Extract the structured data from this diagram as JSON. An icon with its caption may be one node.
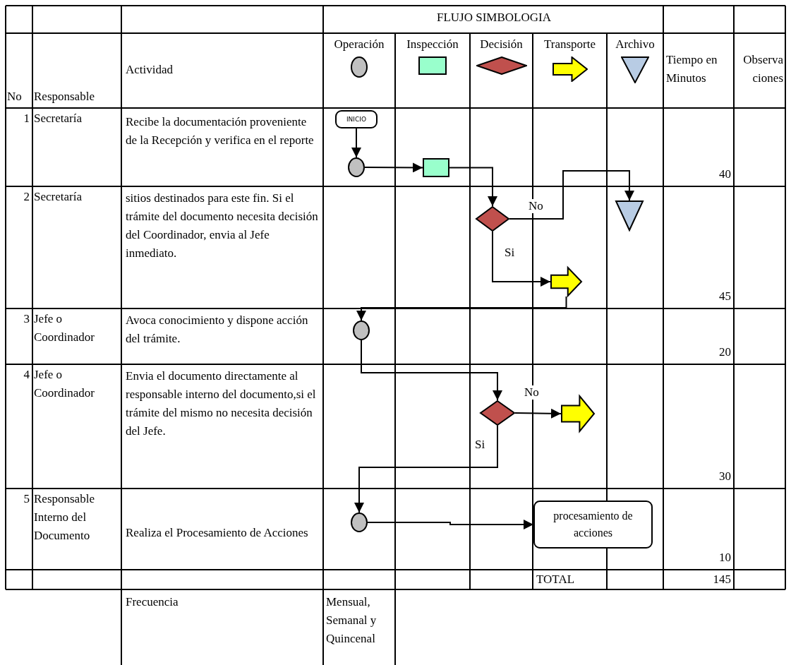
{
  "diagram": {
    "nodes": [
      {
        "text": [
          "INICIO"
        ]
      },
      {
        "text": [],
        "shape": "circle"
      },
      {
        "text": [],
        "shape": "box"
      },
      {
        "text": [],
        "shape": "diamond"
      },
      {
        "text": [],
        "shape": "triangle"
      },
      {
        "text": [],
        "shape": "arrow"
      },
      {
        "text": [],
        "shape": "circle"
      },
      {
        "text": [],
        "shape": "diamond"
      },
      {
        "text": [],
        "shape": "arrow"
      },
      {
        "text": [],
        "shape": "circle"
      },
      {
        "text": [
          "procesamiento de acciones"
        ]
      }
    ],
    "edges": [
      {
        "from": 0,
        "to": 1,
        "arrow": "to"
      },
      {
        "from": 1,
        "to": 2,
        "arrow": "to"
      },
      {
        "from": 2,
        "to": 3,
        "arrow": "to"
      },
      {
        "from": 3,
        "to": 4,
        "arrow": "to",
        "label": "No"
      },
      {
        "from": 3,
        "to": 5,
        "arrow": "to",
        "label": "Si"
      },
      {
        "from": 5,
        "to": 6,
        "arrow": "to"
      },
      {
        "from": 6,
        "to": 7,
        "arrow": "to"
      },
      {
        "from": 7,
        "to": 8,
        "arrow": "to",
        "label": "No"
      },
      {
        "from": 7,
        "to": 9,
        "arrow": "to",
        "label": "Si"
      },
      {
        "from": 9,
        "to": 10,
        "arrow": "to"
      }
    ],
    "labels": [
      "FLUJO SIMBOLOGIA",
      "No",
      "Responsable",
      "Actividad",
      "Tiempo en Minutos",
      "Observa ciones",
      "1",
      "Secretaría",
      "Recibe la documentación proveniente de la Recepción y verifica en el reporte",
      "40",
      "2",
      "Secretaría",
      "sitios destinados para este fin. Si el trámite del documento necesita decisión del Coordinador, envia al Jefe inmediato.",
      "45",
      "3",
      "Jefe o Coordinador",
      "Avoca conocimiento y dispone acción del trámite.",
      "20",
      "4",
      "Jefe o Coordinador",
      "Envia el documento directamente al responsable interno del documento,si el trámite del mismo no necesita decisión del Jefe.",
      "30",
      "5",
      "Responsable Interno del Documento",
      "Realiza el Procesamiento de Acciones",
      "10",
      "TOTAL",
      "145",
      "Frecuencia",
      "Mensual, Semanal y Quincenal"
    ],
    "legend": [
      {
        "text": "Operación"
      },
      {
        "text": "Inspección"
      },
      {
        "text": "Decisión"
      },
      {
        "text": "Transporte"
      },
      {
        "text": "Archivo"
      }
    ]
  }
}
